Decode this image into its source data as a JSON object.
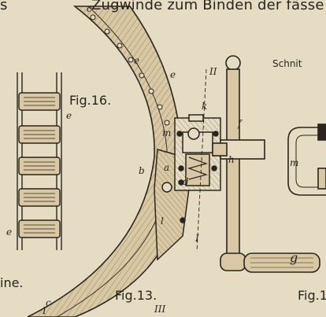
{
  "header": {
    "left_fragment": "s",
    "title": "Zugwinde zum Binden der fässe"
  },
  "right_header": "Schnit",
  "captions": {
    "fig16": "Fig.16.",
    "fig13": "Fig.13.",
    "fig1x": "Fig.1",
    "left_fragment": "ine."
  },
  "letters": {
    "c_top": "c",
    "e_top": "e",
    "e_mid": "e",
    "e_fig16": "e",
    "e_fig16_low": "e",
    "k": "k",
    "f": "f",
    "m": "m",
    "b": "b",
    "a": "a",
    "h": "h",
    "d": "d",
    "l": "l",
    "g": "g",
    "c_bottom": "c",
    "m_right": "m"
  },
  "roman": {
    "ii": "II",
    "i": "I",
    "iii": "III",
    "i_bottom": "I"
  },
  "colors": {
    "paper": "#e6dcc4",
    "ink": "#2a241c",
    "wood": "#d9c8a4"
  }
}
